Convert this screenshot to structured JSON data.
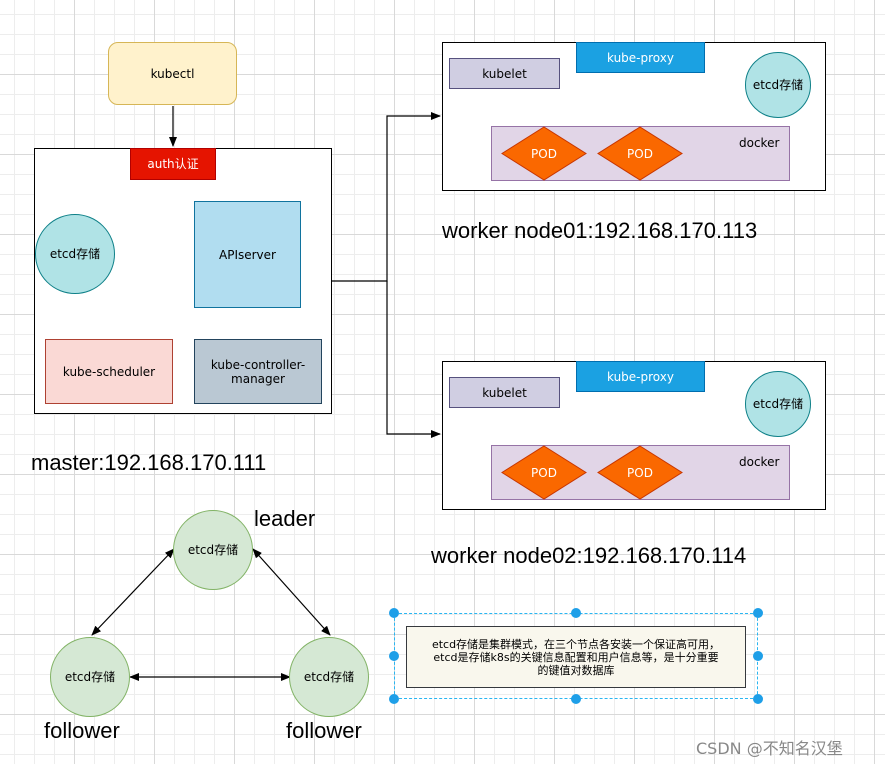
{
  "master": {
    "kubectl": "kubectl",
    "auth": "auth认证",
    "etcd": "etcd存储",
    "apiserver": "APIserver",
    "scheduler": "kube-scheduler",
    "controller_manager": "kube-controller-manager",
    "label": "master:192.168.170.111"
  },
  "worker1": {
    "kubelet": "kubelet",
    "kube_proxy": "kube-proxy",
    "etcd": "etcd存储",
    "docker": "docker",
    "pod1": "POD",
    "pod2": "POD",
    "label": "worker node01:192.168.170.113"
  },
  "worker2": {
    "kubelet": "kubelet",
    "kube_proxy": "kube-proxy",
    "etcd": "etcd存储",
    "docker": "docker",
    "pod1": "POD",
    "pod2": "POD",
    "label": "worker node02:192.168.170.114"
  },
  "cluster": {
    "leader_node": "etcd存储",
    "leader_label": "leader",
    "follower_left_node": "etcd存储",
    "follower_left_label": "follower",
    "follower_right_node": "etcd存储",
    "follower_right_label": "follower"
  },
  "note": {
    "line1": "etcd存储是集群模式，在三个节点各安装一个保证高可用，",
    "line2": "etcd是存储k8s的关键信息配置和用户信息等，是十分重要",
    "line3": "的键值对数据库"
  },
  "watermark": "CSDN @不知名汉堡",
  "colors": {
    "pod_fill": "#fa6800",
    "pod_stroke": "#c73500",
    "selection_handle": "#1e9fe8"
  }
}
